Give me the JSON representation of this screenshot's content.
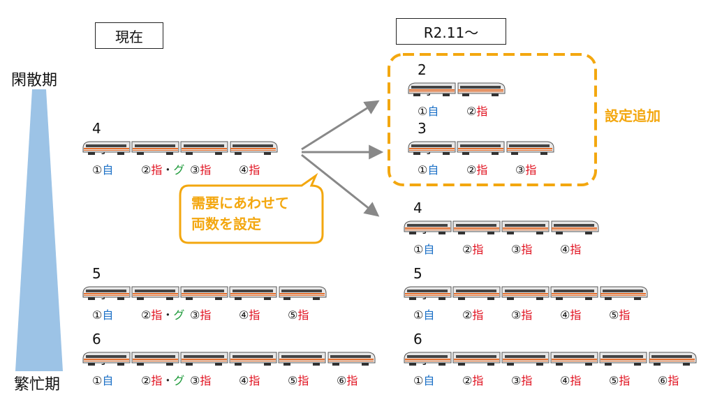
{
  "header": {
    "current": "現在",
    "future": "R2.11〜"
  },
  "axis": {
    "top": "閑散期",
    "bottom": "繁忙期"
  },
  "added_label": "設定追加",
  "callout": {
    "line1": "需要にあわせて",
    "line2": "両数を設定"
  },
  "left": {
    "g4": {
      "count": "4両",
      "cars": [
        {
          "n": "①",
          "t": "自",
          "c": "jy"
        },
        {
          "n": "②",
          "t": "指",
          "c": "sh",
          "g": "グ"
        },
        {
          "n": "③",
          "t": "指",
          "c": "sh"
        },
        {
          "n": "④",
          "t": "指",
          "c": "sh"
        }
      ]
    },
    "g5": {
      "count": "5両",
      "cars": [
        {
          "n": "①",
          "t": "自",
          "c": "jy"
        },
        {
          "n": "②",
          "t": "指",
          "c": "sh",
          "g": "グ"
        },
        {
          "n": "③",
          "t": "指",
          "c": "sh"
        },
        {
          "n": "④",
          "t": "指",
          "c": "sh"
        },
        {
          "n": "⑤",
          "t": "指",
          "c": "sh"
        }
      ]
    },
    "g6": {
      "count": "6両",
      "cars": [
        {
          "n": "①",
          "t": "自",
          "c": "jy"
        },
        {
          "n": "②",
          "t": "指",
          "c": "sh",
          "g": "グ"
        },
        {
          "n": "③",
          "t": "指",
          "c": "sh"
        },
        {
          "n": "④",
          "t": "指",
          "c": "sh"
        },
        {
          "n": "⑤",
          "t": "指",
          "c": "sh"
        },
        {
          "n": "⑥",
          "t": "指",
          "c": "sh"
        }
      ]
    }
  },
  "right": {
    "g2": {
      "count": "2両",
      "cars": [
        {
          "n": "①",
          "t": "自",
          "c": "jy"
        },
        {
          "n": "②",
          "t": "指",
          "c": "sh"
        }
      ]
    },
    "g3": {
      "count": "3両",
      "cars": [
        {
          "n": "①",
          "t": "自",
          "c": "jy"
        },
        {
          "n": "②",
          "t": "指",
          "c": "sh"
        },
        {
          "n": "③",
          "t": "指",
          "c": "sh"
        }
      ]
    },
    "g4": {
      "count": "4両",
      "cars": [
        {
          "n": "①",
          "t": "自",
          "c": "jy"
        },
        {
          "n": "②",
          "t": "指",
          "c": "sh"
        },
        {
          "n": "③",
          "t": "指",
          "c": "sh"
        },
        {
          "n": "④",
          "t": "指",
          "c": "sh"
        }
      ]
    },
    "g5": {
      "count": "5両",
      "cars": [
        {
          "n": "①",
          "t": "自",
          "c": "jy"
        },
        {
          "n": "②",
          "t": "指",
          "c": "sh"
        },
        {
          "n": "③",
          "t": "指",
          "c": "sh"
        },
        {
          "n": "④",
          "t": "指",
          "c": "sh"
        },
        {
          "n": "⑤",
          "t": "指",
          "c": "sh"
        }
      ]
    },
    "g6": {
      "count": "6両",
      "cars": [
        {
          "n": "①",
          "t": "自",
          "c": "jy"
        },
        {
          "n": "②",
          "t": "指",
          "c": "sh"
        },
        {
          "n": "③",
          "t": "指",
          "c": "sh"
        },
        {
          "n": "④",
          "t": "指",
          "c": "sh"
        },
        {
          "n": "⑤",
          "t": "指",
          "c": "sh"
        },
        {
          "n": "⑥",
          "t": "指",
          "c": "sh"
        }
      ]
    }
  }
}
